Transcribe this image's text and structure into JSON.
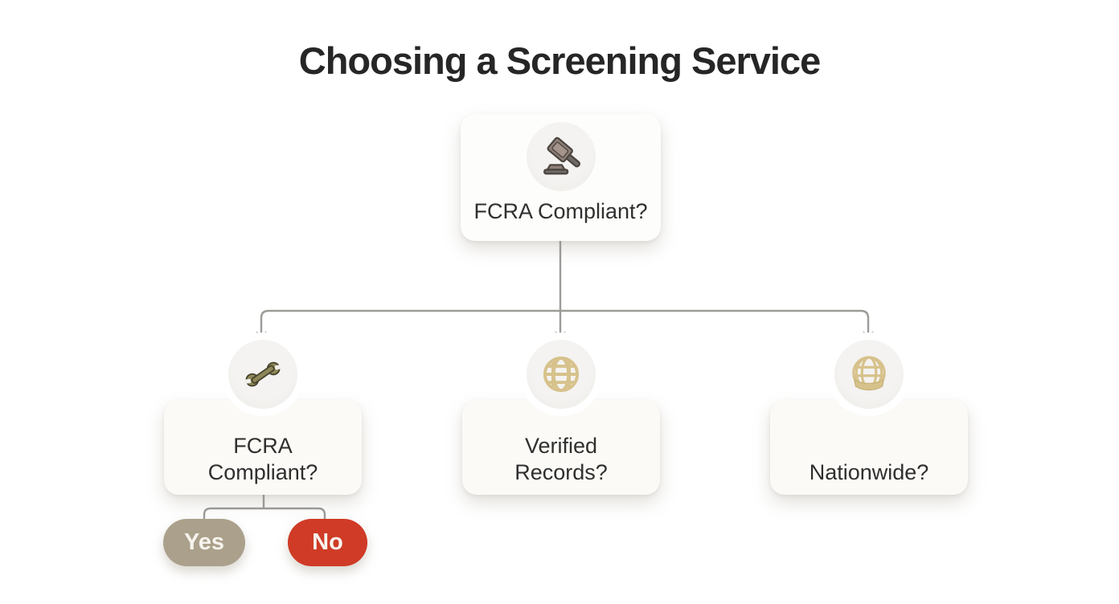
{
  "title": "Choosing a Screening Service",
  "root_node": {
    "label": "FCRA Compliant?",
    "icon": "gavel-icon"
  },
  "branch_nodes": [
    {
      "label": "FCRA Compliant?",
      "label_lines": [
        "FCRA",
        "Compliant?"
      ],
      "icon": "wrench-icon"
    },
    {
      "label": "Verified Records?",
      "label_lines": [
        "Verified",
        "Records?"
      ],
      "icon": "globe-grid-icon"
    },
    {
      "label": "Nationwide?",
      "label_lines": [
        "Nationwide?"
      ],
      "icon": "globe-dome-icon"
    }
  ],
  "decision_buttons": {
    "yes": "Yes",
    "no": "No"
  },
  "colors": {
    "yes_button": "#aba08b",
    "no_button": "#cf3b26",
    "connector": "#9b9b98",
    "card_background": "#fdfdfb",
    "icon_circle_background": "#f1f0ed",
    "title_text": "#262626",
    "node_text": "#2f2f2f",
    "gold_icon": "#d7c28c",
    "olive_icon": "#8d8758",
    "gavel_icon": "#8f7f78"
  }
}
